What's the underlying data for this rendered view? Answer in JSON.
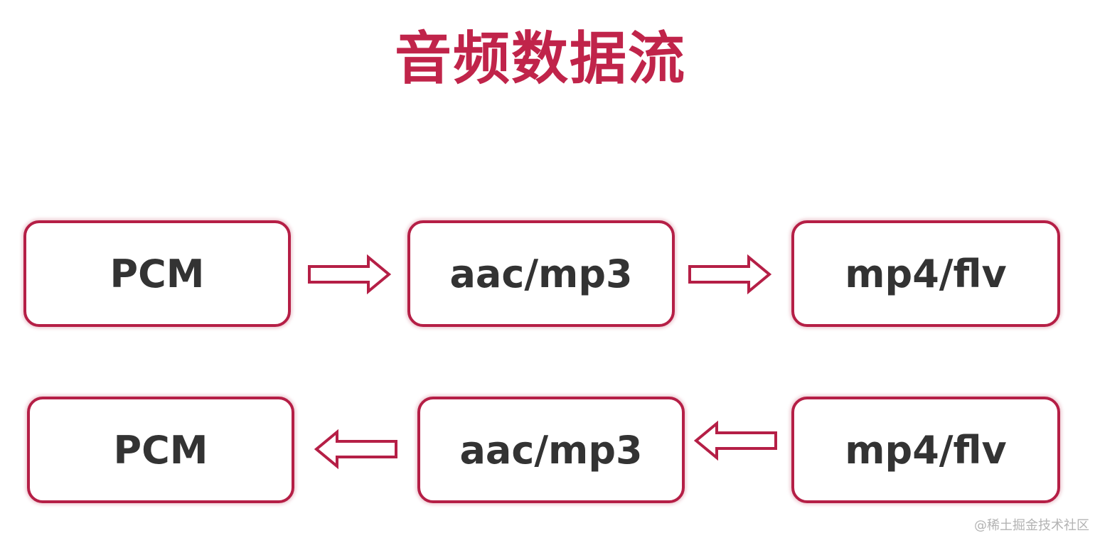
{
  "title": "音频数据流",
  "accent_color": "#b51f46",
  "title_color": "#c0244a",
  "rows": [
    {
      "direction": "right",
      "nodes": [
        {
          "label": "PCM"
        },
        {
          "label": "aac/mp3"
        },
        {
          "label": "mp4/flv"
        }
      ]
    },
    {
      "direction": "left",
      "nodes": [
        {
          "label": "PCM"
        },
        {
          "label": "aac/mp3"
        },
        {
          "label": "mp4/flv"
        }
      ]
    }
  ],
  "watermark": "@稀土掘金技术社区"
}
